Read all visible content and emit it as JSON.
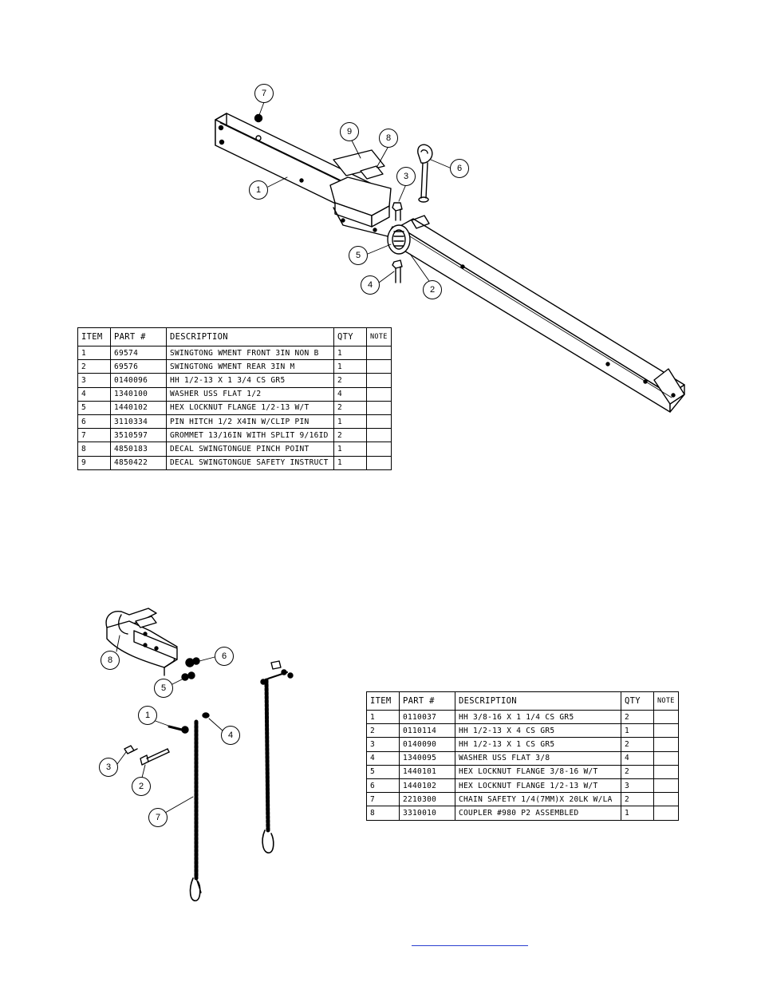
{
  "top_assembly": {
    "bubbles": [
      "7",
      "9",
      "8",
      "3",
      "6",
      "1",
      "5",
      "4",
      "2"
    ],
    "table": {
      "headers": [
        "ITEM",
        "PART #",
        "DESCRIPTION",
        "QTY",
        "NOTE"
      ],
      "rows": [
        [
          "1",
          "69574",
          "SWINGTONG WMENT FRONT 3IN NON B",
          "1",
          ""
        ],
        [
          "2",
          "69576",
          "SWINGTONG WMENT REAR 3IN M",
          "1",
          ""
        ],
        [
          "3",
          "0140096",
          "HH 1/2-13 X 1 3/4 CS GR5",
          "2",
          ""
        ],
        [
          "4",
          "1340100",
          "WASHER USS FLAT 1/2",
          "4",
          ""
        ],
        [
          "5",
          "1440102",
          "HEX LOCKNUT FLANGE 1/2-13 W/T",
          "2",
          ""
        ],
        [
          "6",
          "3110334",
          "PIN HITCH 1/2 X4IN W/CLIP PIN",
          "1",
          ""
        ],
        [
          "7",
          "3510597",
          "GROMMET 13/16IN  WITH SPLIT 9/16ID",
          "2",
          ""
        ],
        [
          "8",
          "4850183",
          "DECAL SWINGTONGUE PINCH POINT",
          "1",
          ""
        ],
        [
          "9",
          "4850422",
          "DECAL SWINGTONGUE SAFETY INSTRUCT",
          "1",
          ""
        ]
      ]
    }
  },
  "bottom_assembly": {
    "bubbles": [
      "8",
      "6",
      "5",
      "1",
      "4",
      "3",
      "2",
      "7"
    ],
    "table": {
      "headers": [
        "ITEM",
        "PART #",
        "DESCRIPTION",
        "QTY",
        "NOTE"
      ],
      "rows": [
        [
          "1",
          "0110037",
          "HH 3/8-16 X 1 1/4 CS GR5",
          "2",
          ""
        ],
        [
          "2",
          "0110114",
          "HH 1/2-13 X 4 CS GR5",
          "1",
          ""
        ],
        [
          "3",
          "0140090",
          "HH 1/2-13 X 1 CS GR5",
          "2",
          ""
        ],
        [
          "4",
          "1340095",
          "WASHER USS FLAT 3/8",
          "4",
          ""
        ],
        [
          "5",
          "1440101",
          "HEX LOCKNUT FLANGE 3/8-16 W/T",
          "2",
          ""
        ],
        [
          "6",
          "1440102",
          "HEX LOCKNUT FLANGE 1/2-13 W/T",
          "3",
          ""
        ],
        [
          "7",
          "2210300",
          "CHAIN SAFETY 1/4(7MM)X 20LK W/LA",
          "2",
          ""
        ],
        [
          "8",
          "3310010",
          "COUPLER #980 P2 ASSEMBLED",
          "1",
          ""
        ]
      ]
    }
  },
  "colors": {
    "line": "#000000",
    "link": "#2a3fd0",
    "paper": "#ffffff"
  }
}
